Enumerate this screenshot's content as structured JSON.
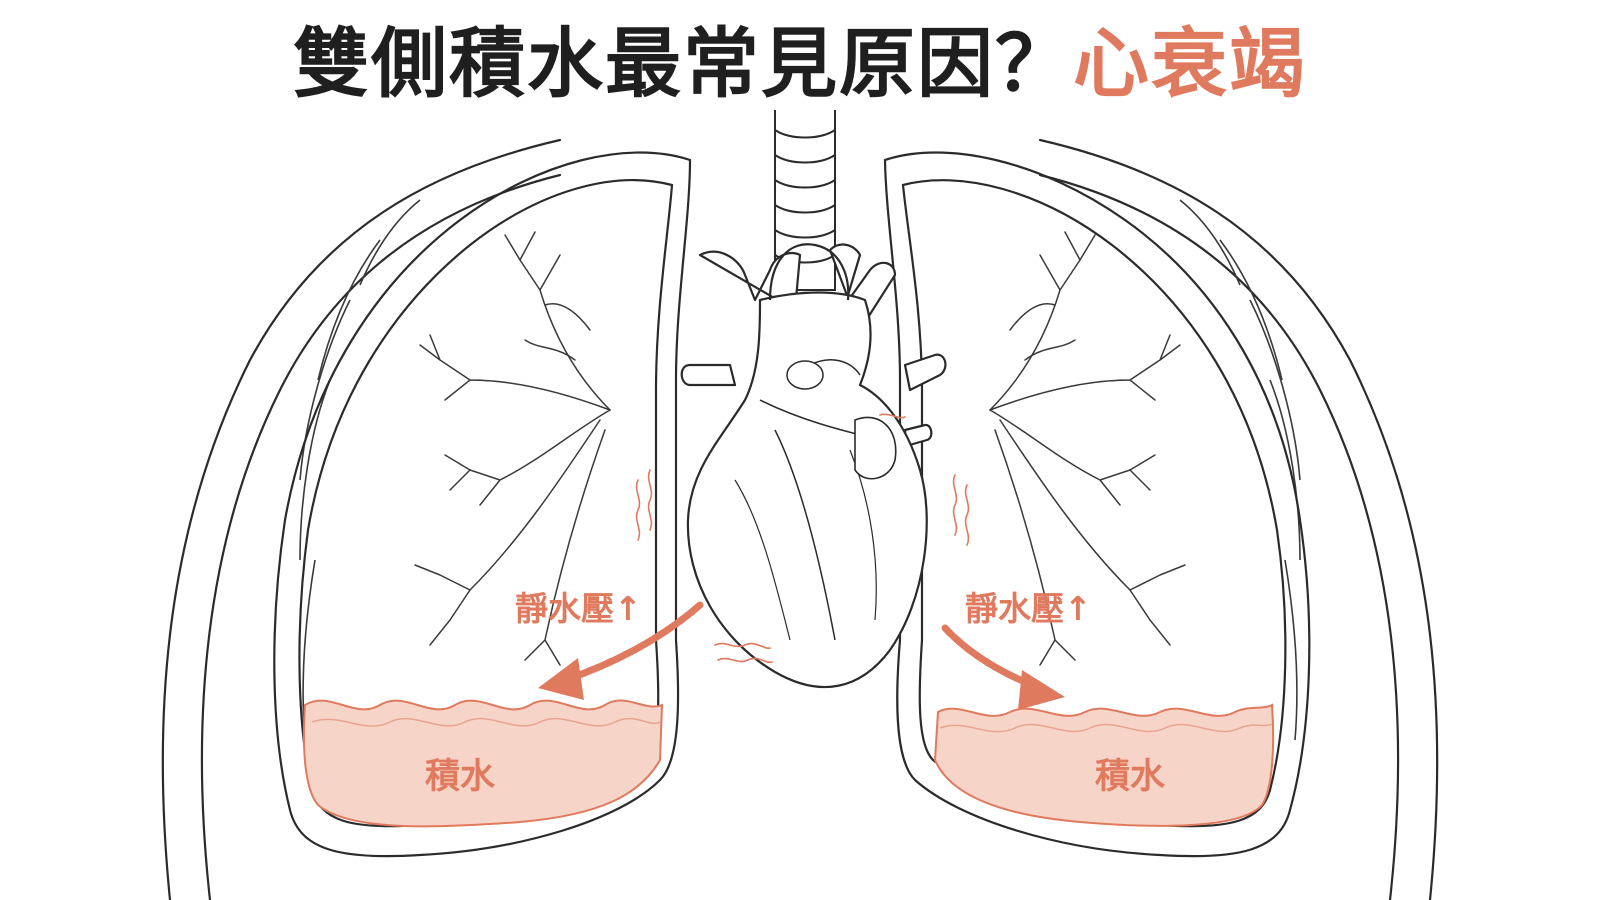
{
  "title": {
    "main": "雙側積水最常見原因？",
    "highlight": "心衰竭"
  },
  "labels": {
    "pressure_left": "靜水壓↑",
    "pressure_right": "靜水壓↑",
    "fluid_left": "積水",
    "fluid_right": "積水"
  },
  "colors": {
    "accent": "#e07a5f",
    "fluid_fill": "#f7d4c8",
    "line": "#2b2b2b"
  }
}
